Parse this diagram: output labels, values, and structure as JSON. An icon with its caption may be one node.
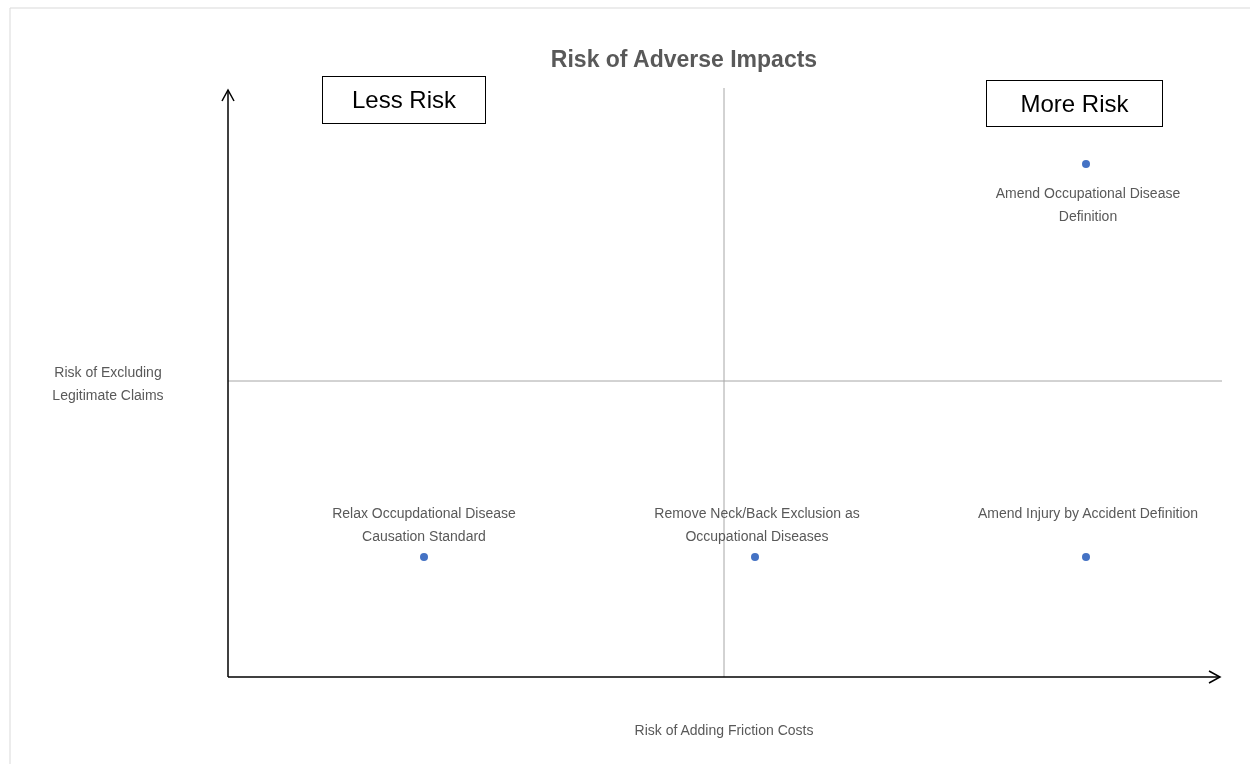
{
  "diagram": {
    "title": "Risk of Adverse Impacts",
    "nodes": [
      {
        "text": [
          "Less Risk"
        ]
      },
      {
        "text": [
          "More Risk"
        ]
      }
    ],
    "labels": [
      "Amend Occupational Disease Definition",
      "Risk of Excluding Legitimate Claims",
      "Relax Occupdational Disease Causation Standard",
      "Remove Neck/Back Exclusion as Occupational Diseases",
      "Amend Injury by Accident Definition",
      "Risk of Adding Friction Costs"
    ]
  }
}
